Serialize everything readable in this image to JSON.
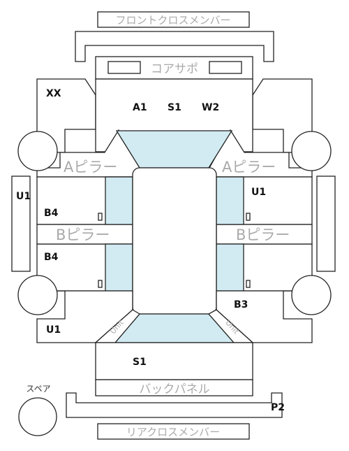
{
  "labels": {
    "front_cross_member": "フロントクロスメンバー",
    "core_support": "コアサポ",
    "a_pillar_left": "Aピラー",
    "a_pillar_right": "Aピラー",
    "b_pillar_left": "Bピラー",
    "b_pillar_right": "Bピラー",
    "back_panel": "バックパネル",
    "rear_cross_member": "リアクロスメンバー",
    "spare": "スペア",
    "unit_left": "Unit",
    "unit_right": "Unit"
  },
  "codes": {
    "front_left_corner": "XX",
    "front_a1": "A1",
    "front_s1": "S1",
    "front_w2": "W2",
    "left_outer": "U1",
    "right_front_door": "U1",
    "left_front_door": "B4",
    "left_rear_door": "B4",
    "right_rear_door": "B3",
    "rear_left_corner": "U1",
    "rear_center": "S1",
    "rear_member": "P2"
  },
  "colors": {
    "line": "#222222",
    "glass": "#d2ebf2",
    "label_gray": "#aaaaaa",
    "background": "#ffffff"
  }
}
